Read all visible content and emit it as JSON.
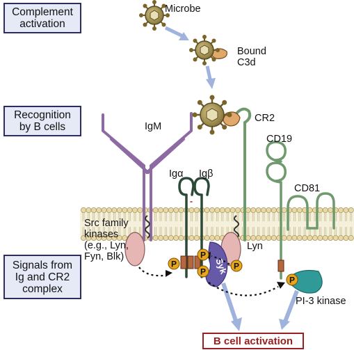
{
  "stages": [
    {
      "label": "Complement\nactivation"
    },
    {
      "label": "Recognition\nby B cells"
    },
    {
      "label": "Signals from\nIg and CR2\ncomplex"
    }
  ],
  "labels": {
    "microbe": "Microbe",
    "bound_c3d": "Bound\nC3d",
    "igm": "IgM",
    "cr2": "CR2",
    "cd19": "CD19",
    "cd81": "CD81",
    "ig_alpha": "Igα",
    "ig_beta": "Igβ",
    "src": "Src family\nkinases\n(e.g., Lyn,\nFyn, Blk)",
    "lyn": "Lyn",
    "syk": "Syk",
    "pi3k": "PI-3 kinase",
    "phospho": "P"
  },
  "outcome": {
    "label": "B cell activation"
  },
  "colors": {
    "box_fill": "#e6e9f6",
    "box_border": "#2c2c5e",
    "igm": "#8d6aa3",
    "green_receptor": "#6e9a6e",
    "igab": "#2d4a38",
    "membrane_head": "#e9d9a8",
    "kinase_pink": "#e6b6b4",
    "syk": "#6659a8",
    "pi3k": "#2f9a98",
    "phospho": "#e8a61c",
    "arrow": "#9fb3dd",
    "outcome": "#9a2020"
  }
}
